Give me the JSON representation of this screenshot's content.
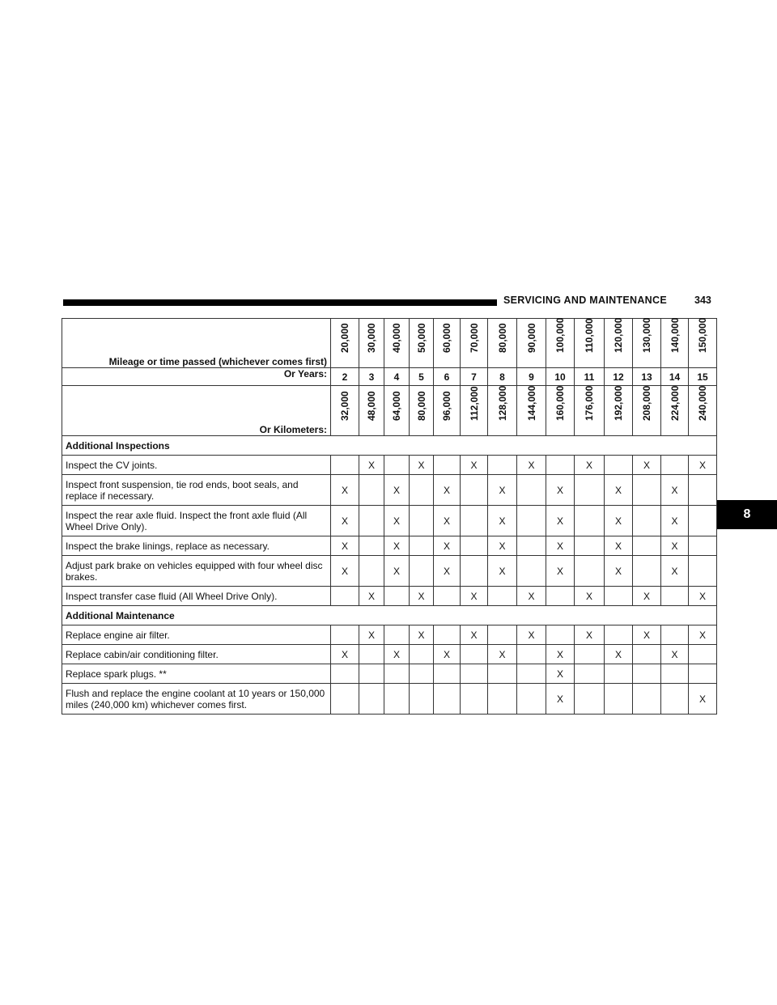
{
  "header": {
    "title": "SERVICING AND MAINTENANCE",
    "page_number": "343"
  },
  "chapter_tab": "8",
  "table": {
    "mileage_label": "Mileage or time passed (whichever comes first)",
    "mileage": [
      "20,000",
      "30,000",
      "40,000",
      "50,000",
      "60,000",
      "70,000",
      "80,000",
      "90,000",
      "100,000",
      "110,000",
      "120,000",
      "130,000",
      "140,000",
      "150,000"
    ],
    "years_label": "Or Years:",
    "years": [
      "2",
      "3",
      "4",
      "5",
      "6",
      "7",
      "8",
      "9",
      "10",
      "11",
      "12",
      "13",
      "14",
      "15"
    ],
    "km_label": "Or Kilometers:",
    "kilometers": [
      "32,000",
      "48,000",
      "64,000",
      "80,000",
      "96,000",
      "112,000",
      "128,000",
      "144,000",
      "160,000",
      "176,000",
      "192,000",
      "208,000",
      "224,000",
      "240,000"
    ],
    "sections": [
      {
        "title": "Additional Inspections",
        "rows": [
          {
            "label": "Inspect the CV joints.",
            "marks": [
              "",
              "X",
              "",
              "X",
              "",
              "X",
              "",
              "X",
              "",
              "X",
              "",
              "X",
              "",
              "X"
            ]
          },
          {
            "label": "Inspect front suspension, tie rod ends, boot seals, and replace if necessary.",
            "marks": [
              "X",
              "",
              "X",
              "",
              "X",
              "",
              "X",
              "",
              "X",
              "",
              "X",
              "",
              "X",
              ""
            ]
          },
          {
            "label": "Inspect the rear axle fluid. Inspect the front axle fluid (All Wheel Drive Only).",
            "marks": [
              "X",
              "",
              "X",
              "",
              "X",
              "",
              "X",
              "",
              "X",
              "",
              "X",
              "",
              "X",
              ""
            ]
          },
          {
            "label": "Inspect the brake linings, replace as necessary.",
            "marks": [
              "X",
              "",
              "X",
              "",
              "X",
              "",
              "X",
              "",
              "X",
              "",
              "X",
              "",
              "X",
              ""
            ]
          },
          {
            "label": "Adjust park brake on vehicles equipped with four wheel disc brakes.",
            "marks": [
              "X",
              "",
              "X",
              "",
              "X",
              "",
              "X",
              "",
              "X",
              "",
              "X",
              "",
              "X",
              ""
            ]
          },
          {
            "label": "Inspect transfer case fluid (All Wheel Drive Only).",
            "marks": [
              "",
              "X",
              "",
              "X",
              "",
              "X",
              "",
              "X",
              "",
              "X",
              "",
              "X",
              "",
              "X"
            ]
          }
        ]
      },
      {
        "title": "Additional Maintenance",
        "rows": [
          {
            "label": "Replace engine air filter.",
            "marks": [
              "",
              "X",
              "",
              "X",
              "",
              "X",
              "",
              "X",
              "",
              "X",
              "",
              "X",
              "",
              "X"
            ]
          },
          {
            "label": "Replace cabin/air conditioning filter.",
            "marks": [
              "X",
              "",
              "X",
              "",
              "X",
              "",
              "X",
              "",
              "X",
              "",
              "X",
              "",
              "X",
              ""
            ]
          },
          {
            "label": "Replace spark plugs. **",
            "marks": [
              "",
              "",
              "",
              "",
              "",
              "",
              "",
              "",
              "X",
              "",
              "",
              "",
              "",
              ""
            ]
          },
          {
            "label": "Flush and replace the engine coolant at 10 years or 150,000 miles (240,000 km) whichever comes first.",
            "marks": [
              "",
              "",
              "",
              "",
              "",
              "",
              "",
              "",
              "X",
              "",
              "",
              "",
              "",
              "X"
            ]
          }
        ]
      }
    ]
  }
}
